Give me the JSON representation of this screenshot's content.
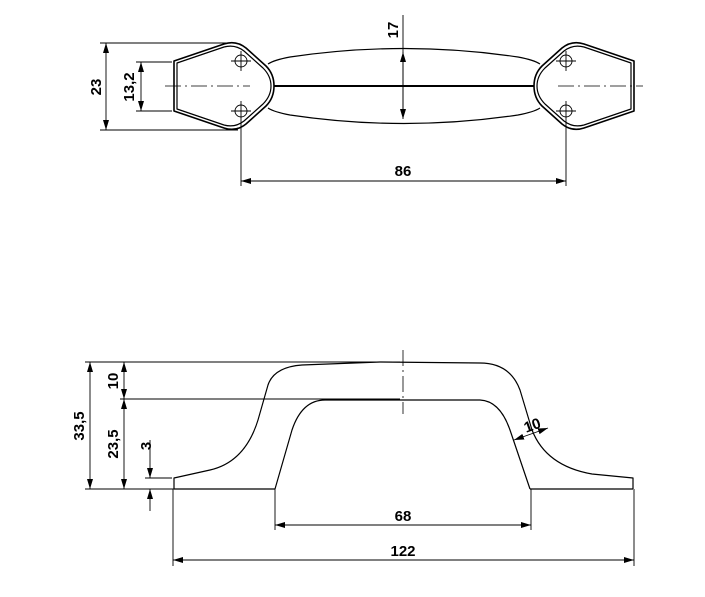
{
  "top_view": {
    "dimensions": {
      "overall_height": "23",
      "hole_spacing_vertical": "13,2",
      "grip_width": "17",
      "hole_center_distance": "86"
    }
  },
  "side_view": {
    "dimensions": {
      "overall_height": "33,5",
      "grip_thickness": "10",
      "inner_clearance": "23,5",
      "base_thickness": "3",
      "wall_thickness": "10",
      "inner_span": "68",
      "overall_length": "122"
    }
  }
}
